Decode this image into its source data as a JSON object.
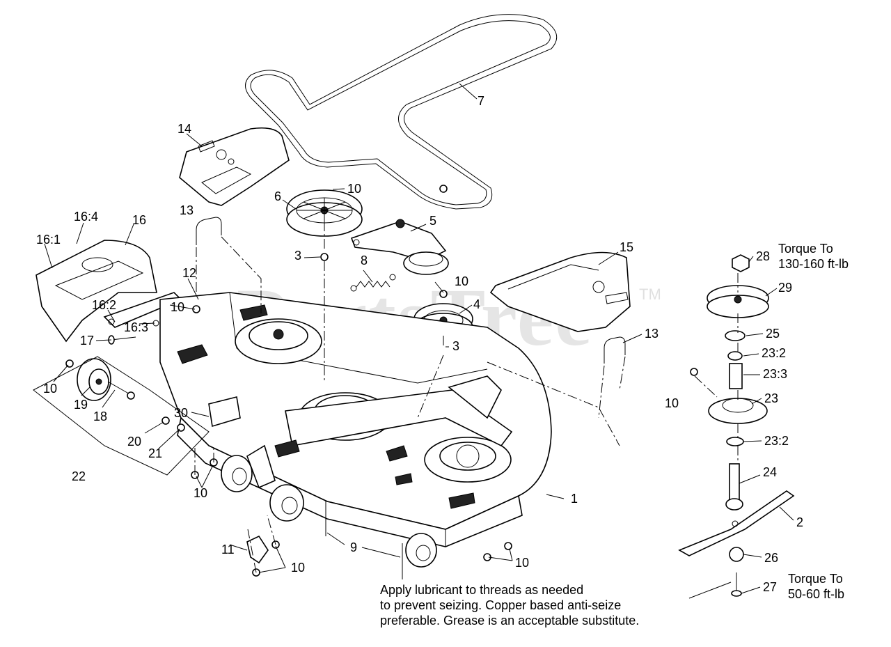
{
  "watermark": {
    "brand": "PartsTree",
    "tm": "TM"
  },
  "callouts": [
    {
      "id": "c7",
      "label": "7"
    },
    {
      "id": "c14",
      "label": "14"
    },
    {
      "id": "c10a",
      "label": "10"
    },
    {
      "id": "c6",
      "label": "6"
    },
    {
      "id": "c13a",
      "label": "13"
    },
    {
      "id": "c5",
      "label": "5"
    },
    {
      "id": "c16_4",
      "label": "16:4"
    },
    {
      "id": "c16",
      "label": "16"
    },
    {
      "id": "c16_1",
      "label": "16:1"
    },
    {
      "id": "c3a",
      "label": "3"
    },
    {
      "id": "c8",
      "label": "8"
    },
    {
      "id": "c15",
      "label": "15"
    },
    {
      "id": "c28",
      "label": "28"
    },
    {
      "id": "c12",
      "label": "12"
    },
    {
      "id": "c10b",
      "label": "10"
    },
    {
      "id": "c4",
      "label": "4"
    },
    {
      "id": "c29",
      "label": "29"
    },
    {
      "id": "c10c",
      "label": "10"
    },
    {
      "id": "c16_2",
      "label": "16:2"
    },
    {
      "id": "c16_3",
      "label": "16:3"
    },
    {
      "id": "c17",
      "label": "17"
    },
    {
      "id": "c3b",
      "label": "3"
    },
    {
      "id": "c13b",
      "label": "13"
    },
    {
      "id": "c25",
      "label": "25"
    },
    {
      "id": "c23_2a",
      "label": "23:2"
    },
    {
      "id": "c10d",
      "label": "10"
    },
    {
      "id": "c23_3",
      "label": "23:3"
    },
    {
      "id": "c19",
      "label": "19"
    },
    {
      "id": "c18",
      "label": "18"
    },
    {
      "id": "c10e",
      "label": "10"
    },
    {
      "id": "c23",
      "label": "23"
    },
    {
      "id": "c30",
      "label": "30"
    },
    {
      "id": "c20",
      "label": "20"
    },
    {
      "id": "c21",
      "label": "21"
    },
    {
      "id": "c23_2b",
      "label": "23:2"
    },
    {
      "id": "c22",
      "label": "22"
    },
    {
      "id": "c10f",
      "label": "10"
    },
    {
      "id": "c24",
      "label": "24"
    },
    {
      "id": "c1",
      "label": "1"
    },
    {
      "id": "c2",
      "label": "2"
    },
    {
      "id": "c11",
      "label": "11"
    },
    {
      "id": "c9",
      "label": "9"
    },
    {
      "id": "c10g",
      "label": "10"
    },
    {
      "id": "c10h",
      "label": "10"
    },
    {
      "id": "c26",
      "label": "26"
    },
    {
      "id": "c27",
      "label": "27"
    }
  ],
  "notes": {
    "torque_top": [
      "Torque To",
      "130-160 ft-lb"
    ],
    "torque_bottom": [
      "Torque To",
      "50-60 ft-lb"
    ],
    "lubricant": [
      "Apply lubricant to threads as needed",
      "to prevent seizing. Copper based anti-seize",
      "preferable. Grease is an acceptable substitute."
    ]
  }
}
